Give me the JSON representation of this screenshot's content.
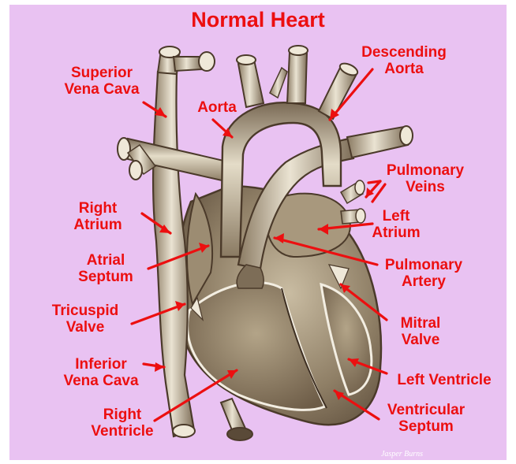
{
  "title": "Normal Heart",
  "labels": {
    "superior_vena_cava": "Superior\nVena Cava",
    "aorta": "Aorta",
    "descending_aorta": "Descending\nAorta",
    "pulmonary_veins": "Pulmonary\nVeins",
    "right_atrium": "Right\nAtrium",
    "left_atrium": "Left\nAtrium",
    "atrial_septum": "Atrial\nSeptum",
    "pulmonary_artery": "Pulmonary\nArtery",
    "tricuspid_valve": "Tricuspid\nValve",
    "mitral_valve": "Mitral\nValve",
    "inferior_vena_cava": "Inferior\nVena Cava",
    "left_ventricle": "Left Ventricle",
    "right_ventricle": "Right\nVentricle",
    "ventricular_septum": "Ventricular\nSeptum"
  },
  "signature": "Jasper Burns",
  "colors": {
    "background": "#e9c2f2",
    "label": "#ec0f10",
    "tissue": "#d2c6b0",
    "outline": "#4b3a2a"
  }
}
